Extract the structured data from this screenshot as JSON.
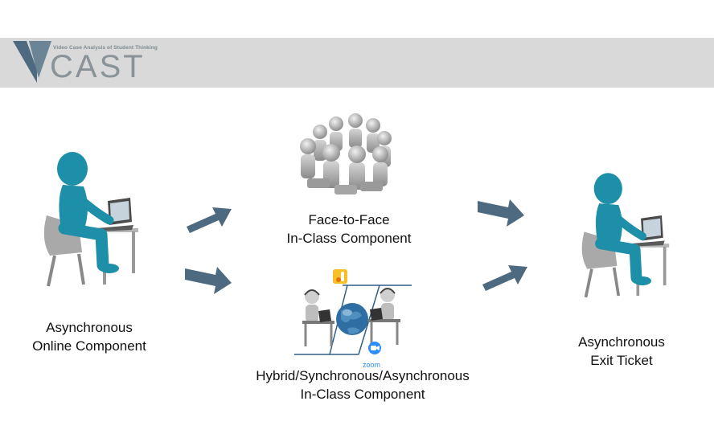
{
  "header": {
    "logo_tagline": "Video Case Analysis of Student Thinking",
    "logo_text": "CAST"
  },
  "nodes": {
    "left": {
      "line1": "Asynchronous",
      "line2": "Online Component"
    },
    "top": {
      "line1": "Face-to-Face",
      "line2": "In-Class Component"
    },
    "bottom": {
      "line1": "Hybrid/Synchronous/Asynchronous",
      "line2": "In-Class Component",
      "zoom_label": "zoom"
    },
    "right": {
      "line1": "Asynchronous",
      "line2": "Exit Ticket"
    }
  },
  "colors": {
    "figure_teal": "#1e8fa8",
    "arrow": "#4d6a80",
    "header_bar": "#d9d9d9",
    "logo": "#5a6a75"
  }
}
